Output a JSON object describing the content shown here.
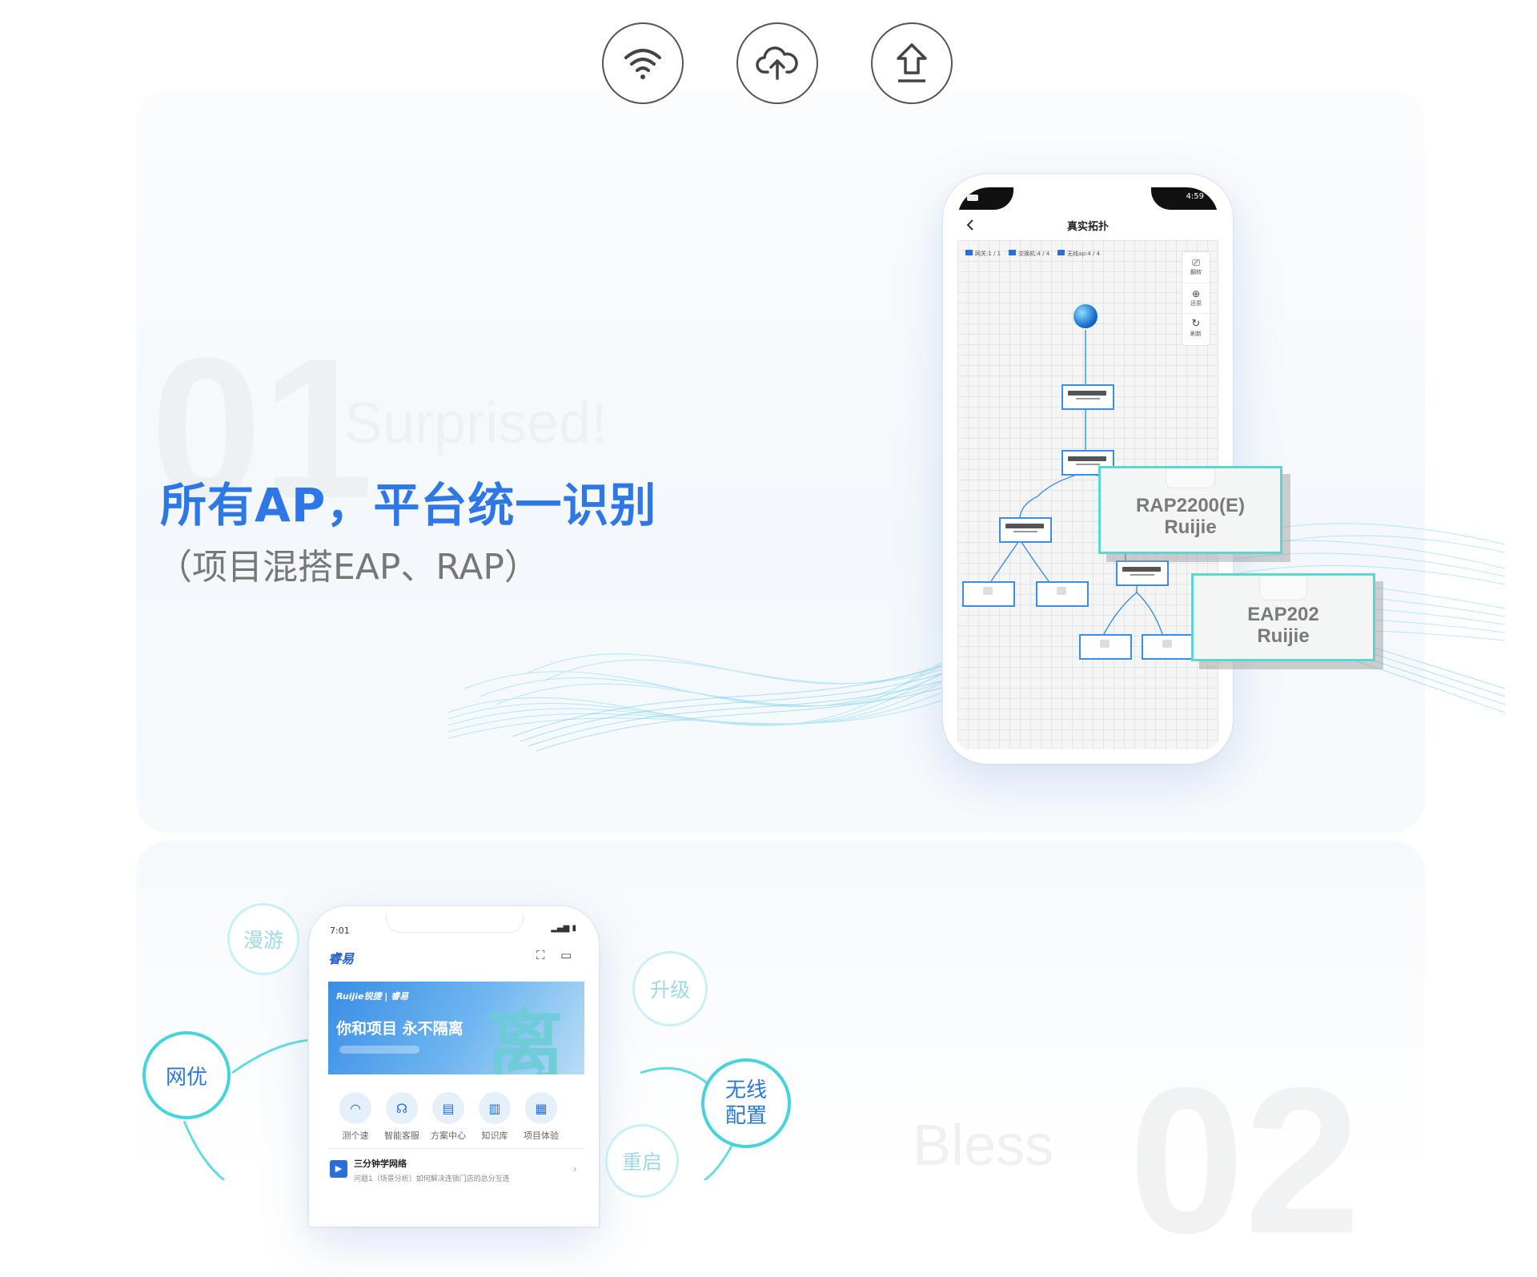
{
  "top_icons": [
    {
      "name": "wifi-icon"
    },
    {
      "name": "cloud-upload-icon"
    },
    {
      "name": "upload-icon"
    }
  ],
  "section1": {
    "deco_number": "01",
    "headline": "所有AP，平台统一识别",
    "subline": "（项目混搭EAP、RAP）",
    "phone": {
      "status_right": "4:59",
      "title": "真实拓扑",
      "legend": [
        "网关:1 / 1",
        "交换机:4 / 4",
        "无线ap:4 / 4"
      ],
      "tools": [
        "翻转",
        "还原",
        "刷新"
      ],
      "callouts": [
        {
          "model": "RAP2200(E)",
          "brand": "Ruijie"
        },
        {
          "model": "EAP202",
          "brand": "Ruijie"
        }
      ]
    }
  },
  "section2": {
    "deco_number": "02",
    "bubbles": [
      "漫游",
      "升级",
      "网优",
      "无线配置",
      "重启"
    ],
    "phone": {
      "time": "7:01",
      "app_name": "睿易",
      "banner_brand": "Ruijie锐捷 | 睿易",
      "banner_title": "你和项目 永不隔离",
      "banner_big": "离",
      "menu": [
        "测个速",
        "智能客服",
        "方案中心",
        "知识库",
        "项目体验"
      ],
      "article_title": "三分钟学网络",
      "article_sub": "问题1（场景分析）如何解决连锁门店的总分互连"
    }
  },
  "colors": {
    "accent": "#2d78e6",
    "cyan": "#44d4dc"
  }
}
